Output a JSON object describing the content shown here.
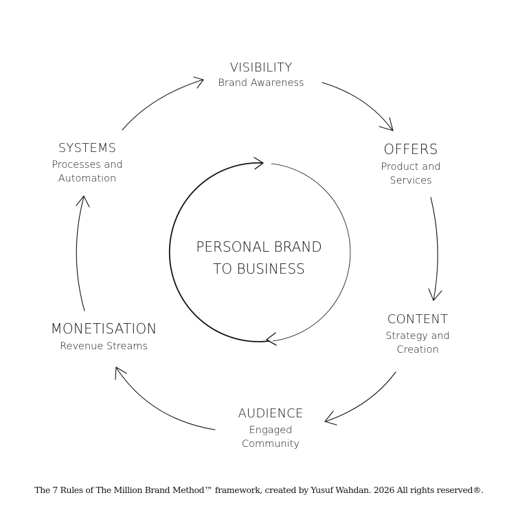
{
  "center": {
    "line1": "PERSONAL BRAND",
    "line2": "TO BUSINESS"
  },
  "nodes": {
    "visibility": {
      "title": "VISIBILITY",
      "sub1": "Brand Awareness"
    },
    "offers": {
      "title": "OFFERS",
      "sub1": "Product and",
      "sub2": "Services"
    },
    "content": {
      "title": "CONTENT",
      "sub1": "Strategy and",
      "sub2": "Creation"
    },
    "audience": {
      "title": "AUDIENCE",
      "sub1": "Engaged",
      "sub2": "Community"
    },
    "monetisation": {
      "title": "MONETISATION",
      "sub1": "Revenue Streams"
    },
    "systems": {
      "title": "SYSTEMS",
      "sub1": "Processes and",
      "sub2": "Automation"
    }
  },
  "footer": "The 7 Rules of The Million Brand Method™ framework, created by Yusuf Wahdan. 2026 All rights reserved®."
}
